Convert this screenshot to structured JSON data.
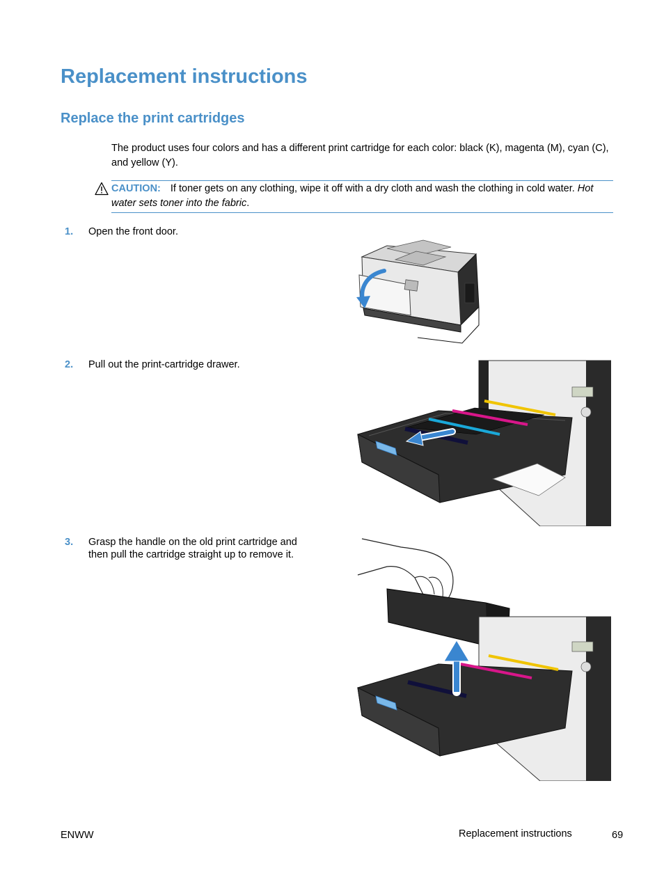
{
  "heading": "Replacement instructions",
  "subheading": "Replace the print cartridges",
  "intro": "The product uses four colors and has a different print cartridge for each color: black (K), magenta (M), cyan (C), and yellow (Y).",
  "caution": {
    "label": "CAUTION:",
    "text_plain": "If toner gets on any clothing, wipe it off with a dry cloth and wash the clothing in cold water. ",
    "text_italic": "Hot water sets toner into the fabric",
    "text_end": "."
  },
  "steps": [
    {
      "number": "1.",
      "text": "Open the front door."
    },
    {
      "number": "2.",
      "text": "Pull out the print-cartridge drawer."
    },
    {
      "number": "3.",
      "text": "Grasp the handle on the old print cartridge and then pull the cartridge straight up to remove it."
    }
  ],
  "footer": {
    "left": "ENWW",
    "section": "Replacement instructions",
    "page": "69"
  },
  "colors": {
    "heading": "#4a90c8",
    "arrow": "#3a86d0",
    "cyan": "#1aa8d8",
    "magenta": "#d8168a",
    "yellow": "#f0c400"
  }
}
